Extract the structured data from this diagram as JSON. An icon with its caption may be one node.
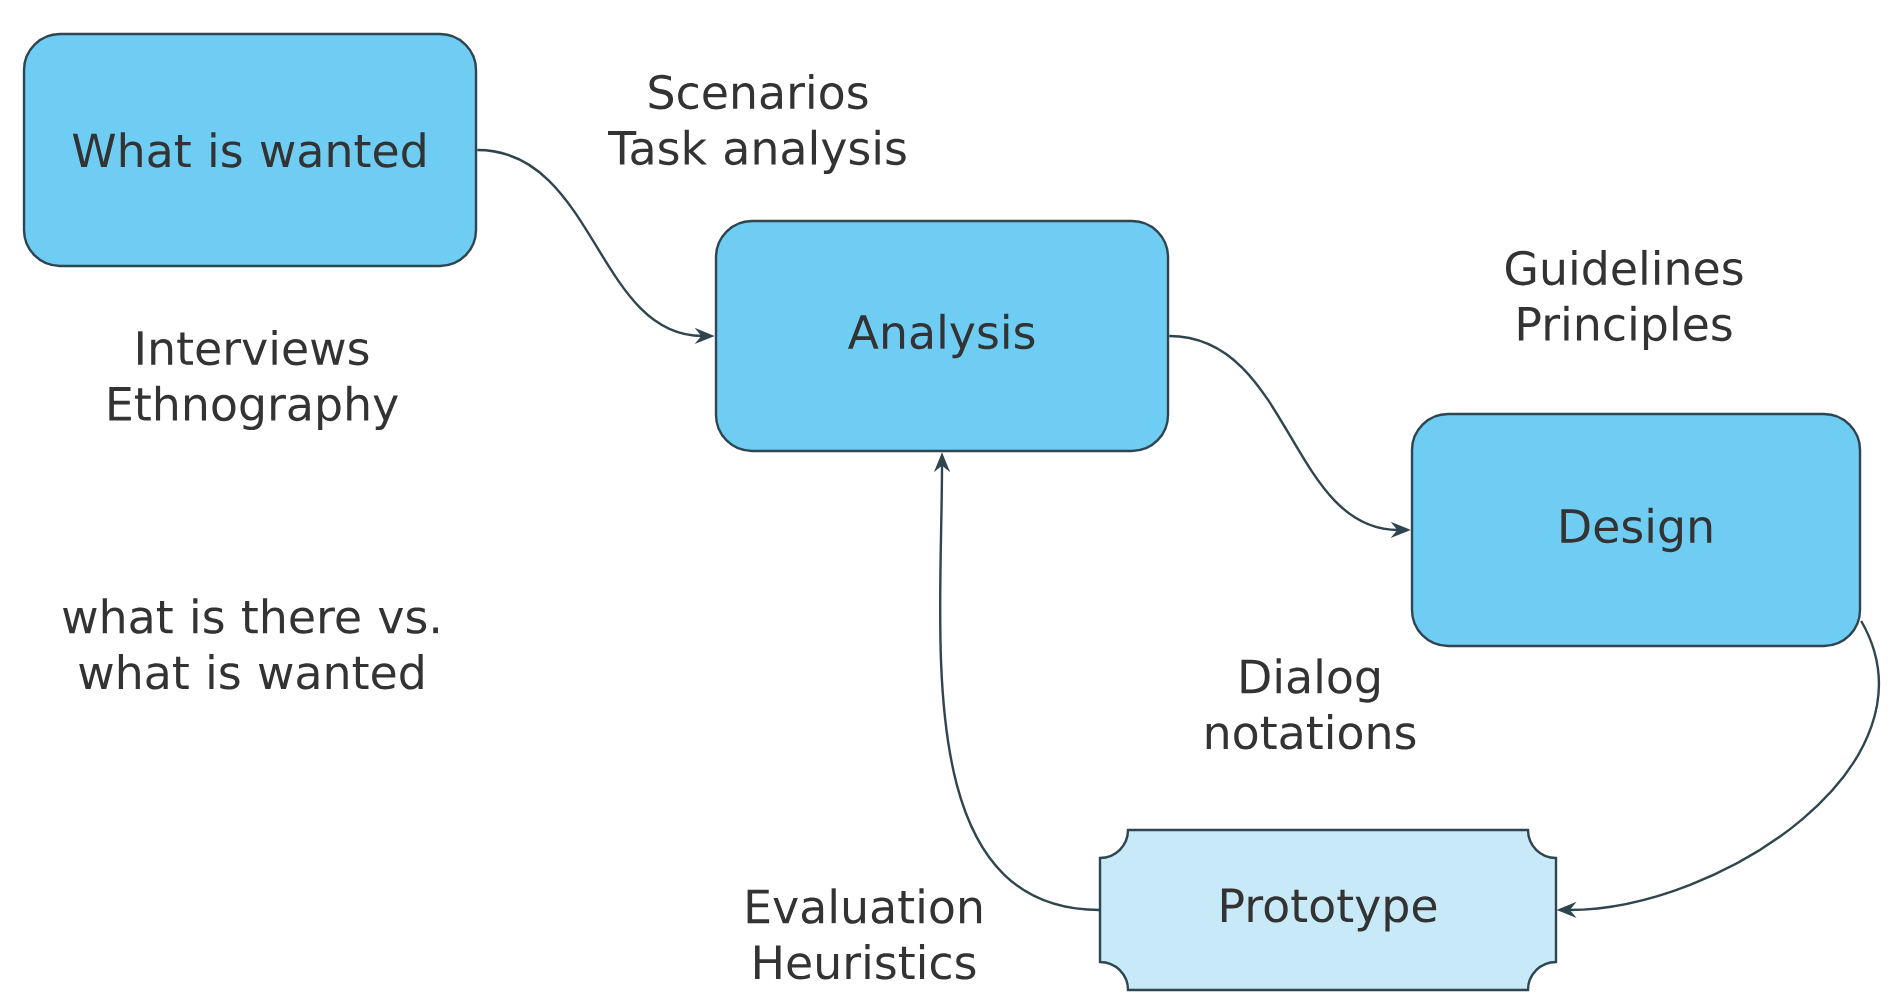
{
  "diagram": {
    "nodes": [
      {
        "text": [
          "What is wanted"
        ]
      },
      {
        "text": [
          "Analysis"
        ]
      },
      {
        "text": [
          "Design"
        ]
      },
      {
        "text": [
          "Prototype"
        ]
      }
    ],
    "edges": [
      {
        "from": 0,
        "to": 1,
        "arrow": "to"
      },
      {
        "from": 1,
        "to": 2,
        "arrow": "to"
      },
      {
        "from": 2,
        "to": 3,
        "arrow": "to"
      },
      {
        "from": 3,
        "to": 1,
        "arrow": "to"
      }
    ],
    "labels": [
      "Scenarios Task analysis",
      "Interviews Ethnography",
      "what is there vs. what is wanted",
      "Guidelines Principles",
      "Dialog notations",
      "Evaluation Heuristics"
    ]
  }
}
